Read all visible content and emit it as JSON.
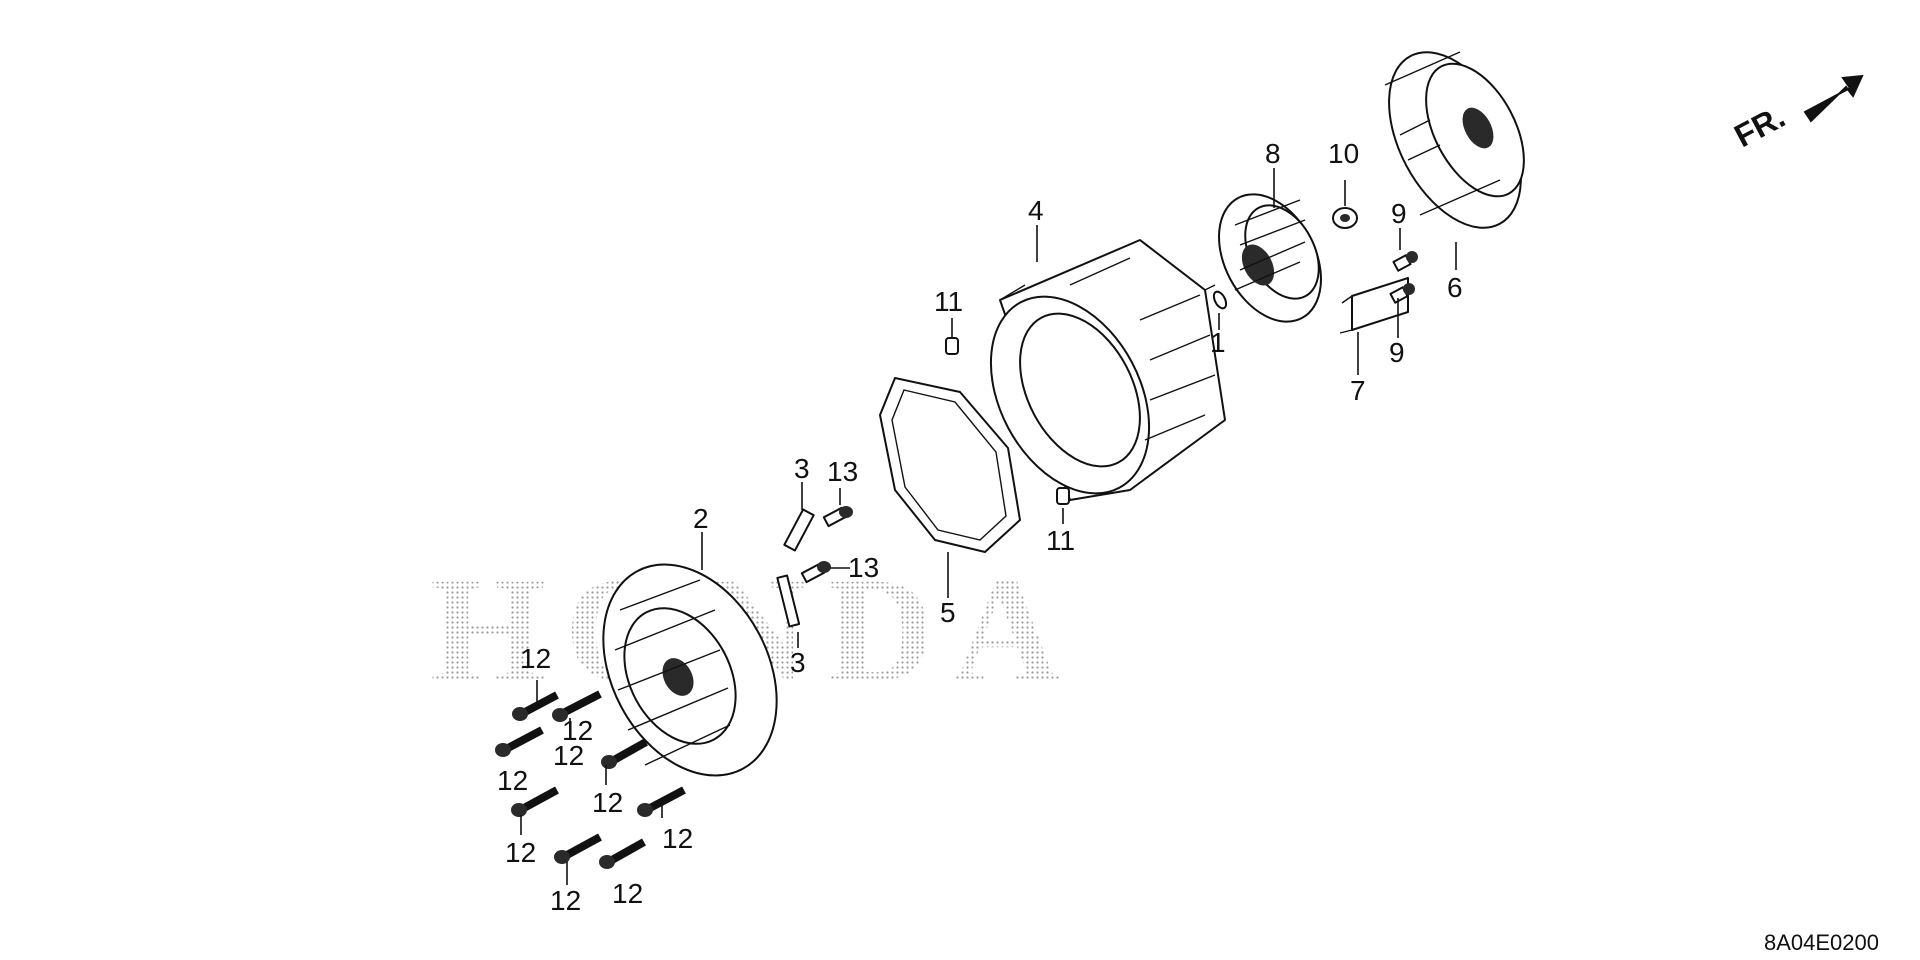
{
  "diagram": {
    "watermark": "HONDA",
    "direction_label": "FR.",
    "diagram_code": "8A04E0200",
    "callouts": [
      {
        "id": "c1",
        "label": "1"
      },
      {
        "id": "c2",
        "label": "2"
      },
      {
        "id": "c3a",
        "label": "3"
      },
      {
        "id": "c3b",
        "label": "3"
      },
      {
        "id": "c4",
        "label": "4"
      },
      {
        "id": "c5",
        "label": "5"
      },
      {
        "id": "c6",
        "label": "6"
      },
      {
        "id": "c7",
        "label": "7"
      },
      {
        "id": "c8",
        "label": "8"
      },
      {
        "id": "c9a",
        "label": "9"
      },
      {
        "id": "c9b",
        "label": "9"
      },
      {
        "id": "c10",
        "label": "10"
      },
      {
        "id": "c11a",
        "label": "11"
      },
      {
        "id": "c11b",
        "label": "11"
      },
      {
        "id": "c12a",
        "label": "12"
      },
      {
        "id": "c12b",
        "label": "12"
      },
      {
        "id": "c12c",
        "label": "12"
      },
      {
        "id": "c12d",
        "label": "12"
      },
      {
        "id": "c12e",
        "label": "12"
      },
      {
        "id": "c12f",
        "label": "12"
      },
      {
        "id": "c12g",
        "label": "12"
      },
      {
        "id": "c12h",
        "label": "12"
      },
      {
        "id": "c12i",
        "label": "12"
      },
      {
        "id": "c13a",
        "label": "13"
      },
      {
        "id": "c13b",
        "label": "13"
      }
    ]
  }
}
